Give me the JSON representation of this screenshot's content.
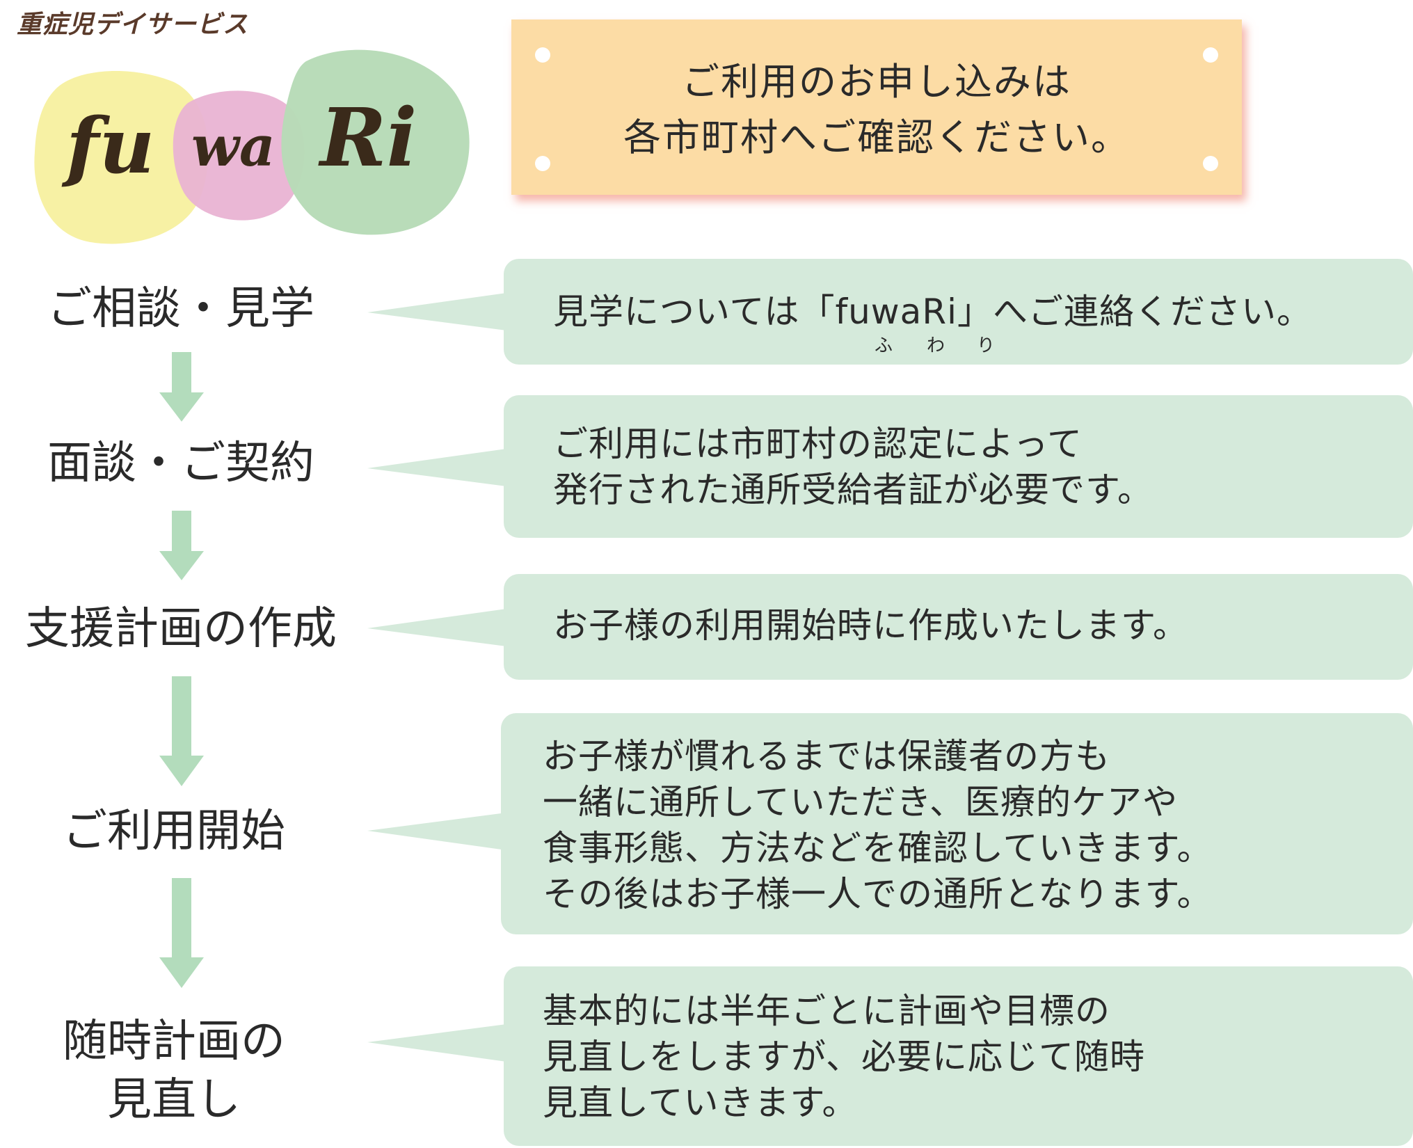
{
  "logo": {
    "tagline": "重症児デイサービス",
    "word_parts": [
      "fu",
      "wa",
      "Ri"
    ],
    "blob_colors": [
      "#f7f1a4",
      "#e9b3d3",
      "#b7dbb7"
    ],
    "text_color": "#3a2a1a"
  },
  "notice": {
    "text": "ご利用のお申し込みは\n各市町村へご確認ください。",
    "background": "#fcdca5"
  },
  "steps": [
    {
      "label": "ご相談・見学",
      "detail": "見学については「fuwaRi」へご連絡ください。",
      "ruby": [
        "ふ",
        "わ",
        "り"
      ]
    },
    {
      "label": "面談・ご契約",
      "detail": "ご利用には市町村の認定によって\n発行された通所受給者証が必要です。"
    },
    {
      "label": "支援計画の作成",
      "detail": "お子様の利用開始時に作成いたします。"
    },
    {
      "label": "ご利用開始",
      "detail": "お子様が慣れるまでは保護者の方も\n一緒に通所していただき、医療的ケアや\n食事形態、方法などを確認していきます。\nその後はお子様一人での通所となります。"
    },
    {
      "label": "随時計画の\n見直し",
      "detail": "基本的には半年ごとに計画や目標の\n見直しをしますが、必要に応じて随時\n見直していきます。"
    }
  ],
  "colors": {
    "bubble": "#d5eadb",
    "arrow": "#b3dcbc",
    "text": "#2a2a2a"
  }
}
